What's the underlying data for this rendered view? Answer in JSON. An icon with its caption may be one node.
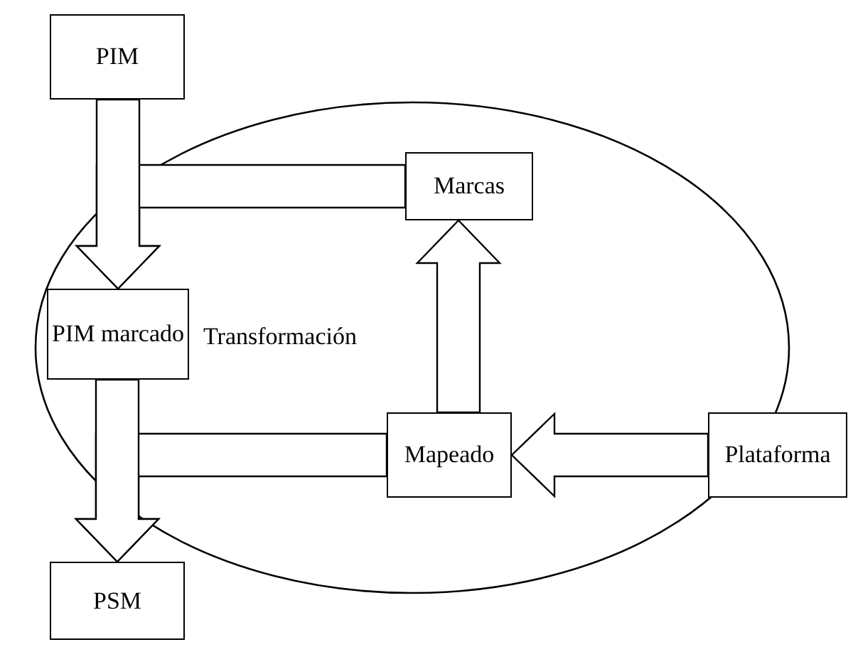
{
  "diagram": {
    "nodes": [
      {
        "text": [
          "PIM"
        ]
      },
      {
        "text": [
          "Transformación"
        ]
      },
      {
        "text": [
          "Marcas"
        ],
        "in": 1
      },
      {
        "text": [
          "PIM marcado"
        ],
        "in": 1
      },
      {
        "text": [
          "Mapeado"
        ],
        "in": 1
      },
      {
        "text": [
          "Plataforma"
        ]
      },
      {
        "text": [
          "PSM"
        ]
      }
    ],
    "edges": [
      {
        "from": 0,
        "to": 3,
        "arrow": "to"
      },
      {
        "from": 2,
        "to": 3,
        "arrow": "to"
      },
      {
        "from": 4,
        "to": 2,
        "arrow": "to"
      },
      {
        "from": 5,
        "to": 4,
        "arrow": "to"
      },
      {
        "from": 3,
        "to": 6,
        "arrow": "to"
      },
      {
        "from": 4,
        "to": 6,
        "arrow": "to"
      }
    ]
  }
}
